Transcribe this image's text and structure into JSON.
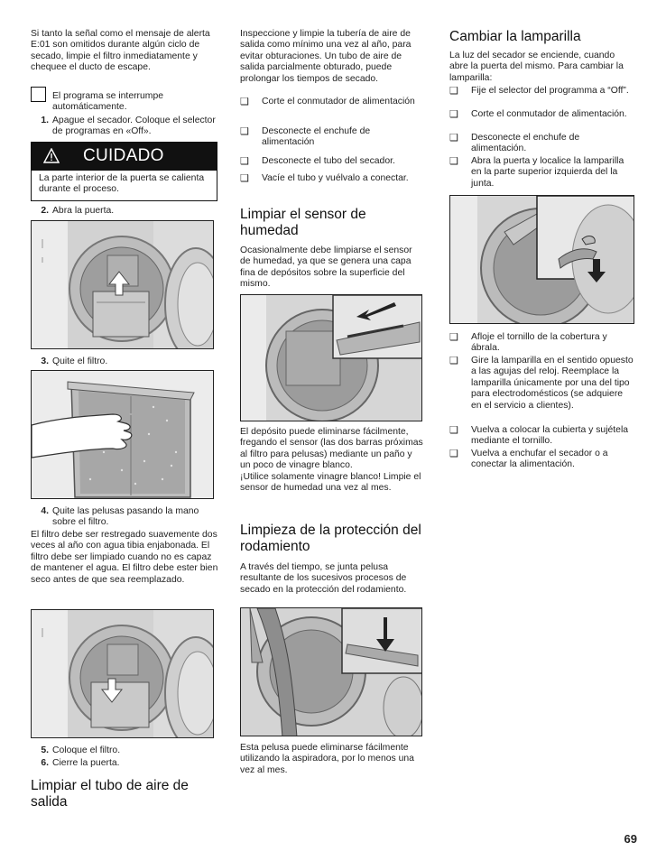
{
  "col1": {
    "intro": "Si tanto la señal como el mensaje de alerta E:01 son omitidos durante algún ciclo de secado, limpie el filtro inmediatamente y chequee el ducto de escape.",
    "note": "El programa se interrumpe automáticamente.",
    "step1": {
      "num": "1.",
      "text": "Apague el secador. Coloque el selector de programas en «Off»."
    },
    "caution": {
      "title": "CUIDADO",
      "text": "La parte interior de la puerta se calienta durante el proceso."
    },
    "step2": {
      "num": "2.",
      "text": "Abra la puerta."
    },
    "step3": {
      "num": "3.",
      "text": "Quite el filtro."
    },
    "step4": {
      "num": "4.",
      "text": "Quite las pelusas pasando la mano sobre el filtro."
    },
    "filter_note": "El filtro debe ser restregado suavemente dos veces al año con agua tibia enjabonada. El filtro debe ser limpiado cuando no es capaz de mantener el agua. El filtro debe ester bien seco antes de que sea reemplazado.",
    "step5": {
      "num": "5.",
      "text": "Coloque el filtro."
    },
    "step6": {
      "num": "6.",
      "text": "Cierre la puerta."
    },
    "heading": "Limpiar el tubo de aire de salida"
  },
  "col2": {
    "intro": "Inspeccione y limpie la tubería de aire de salida como mínimo una vez al año, para evitar obturaciones. Un tubo de aire de salida parcialmente obturado, puede prolongar los tiempos de secado.",
    "bullets": [
      "Corte el conmutador de alimentación",
      "Desconecte el enchufe de alimentación",
      "Desconecte el tubo del secador.",
      "Vacíe el tubo y vuélvalo a conectar."
    ],
    "heading_sensor": "Limpiar el sensor de humedad",
    "sensor_intro": "Ocasionalmente debe limpiarse el sensor de humedad, ya que se genera una capa fina de depósitos sobre la superficie del mismo.",
    "sensor_text": "El depósito puede eliminarse fácilmente, fregando el sensor (las dos barras próximas al filtro para pelusas) mediante un paño y un poco de vinagre blanco.\n¡Utilice solamente vinagre blanco! Limpie el sensor de humedad una vez al mes.",
    "heading_bearing": "Limpieza de la protección del rodamiento",
    "bearing_intro": "A través del tiempo, se junta pelusa resultante de los sucesivos procesos de secado en la protección del rodamiento.",
    "bearing_text": "Esta pelusa puede eliminarse fácilmente utilizando la aspiradora, por lo menos una vez al mes."
  },
  "col3": {
    "heading": "Cambiar la lamparilla",
    "intro": "La luz del secador se enciende, cuando abre la puerta del mismo. Para cambiar la lamparilla:",
    "bullets_a": [
      "Fije el selector del programma a “Off”.",
      "Corte el conmutador de alimentación.",
      "Desconecte el enchufe de alimentación.",
      "Abra la puerta y localice la lamparilla en la parte superior izquierda del la junta."
    ],
    "bullets_b": [
      "Afloje el tornillo de la cobertura y ábrala.",
      "Gire la lamparilla en el sentido opuesto a las agujas del reloj. Reemplace la lamparilla únicamente por una del tipo para electrodomésticos (se adquiere en el servicio a clientes).",
      "Vuelva a colocar la cubierta y sujétela mediante el tornillo.",
      "Vuelva a enchufar el secador o a conectar la alimentación."
    ]
  },
  "bullet_glyph": "❑",
  "page_number": "69"
}
